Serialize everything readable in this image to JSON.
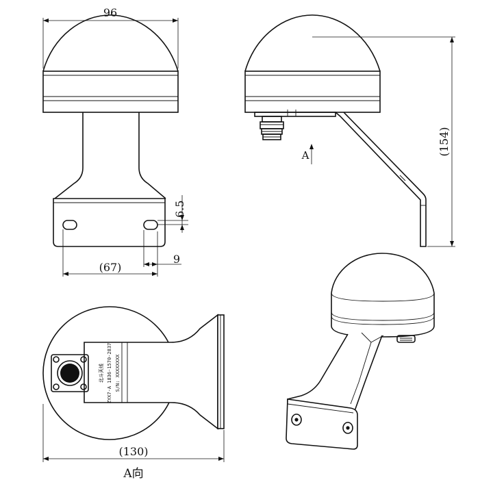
{
  "dimensions": {
    "top_width": "96",
    "hole_spacing": "(67)",
    "hole_offset_v": "6.5",
    "hole_offset_h": "9",
    "total_height": "(154)",
    "base_width": "(130)"
  },
  "labels": {
    "view_arrow": "A",
    "view_direction": "A向"
  },
  "nameplate": {
    "line1": "北斗天线",
    "line2": "ZYX7-A 1836-1570-2837",
    "line3": "S/N: XXXXXXXX"
  }
}
